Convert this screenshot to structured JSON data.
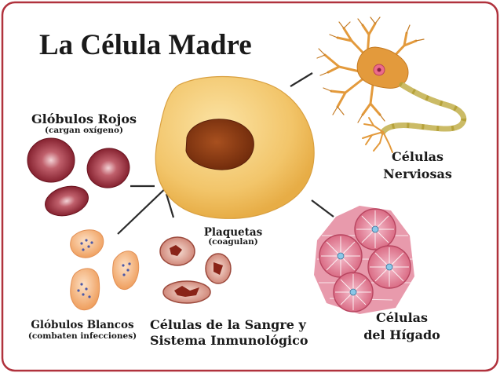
{
  "title": "La Célula Madre",
  "labels": {
    "red_cells": "Glóbulos Rojos",
    "red_cells_note": "(cargan oxígeno)",
    "nerve_1": "Células",
    "nerve_2": "Nerviosas",
    "platelets": "Plaquetas",
    "platelets_note": "(coagulan)",
    "white_cells": "Glóbulos Blancos",
    "white_cells_note": "(combaten infecciones)",
    "blood_1": "Células de la Sangre y",
    "blood_2": "Sistema Inmunológico",
    "liver_1": "Células",
    "liver_2": "del Hígado"
  },
  "colors": {
    "frame": "#b0323d",
    "stem_cell": "#f2c56a",
    "nucleus": "#8e3a10",
    "red_cell": "#8a1f2c",
    "white_cell": "#f3b27a",
    "platelet": "#c96a60",
    "neuron": "#e39a3c",
    "axon": "#b6a23a",
    "liver": "#e07d93"
  }
}
